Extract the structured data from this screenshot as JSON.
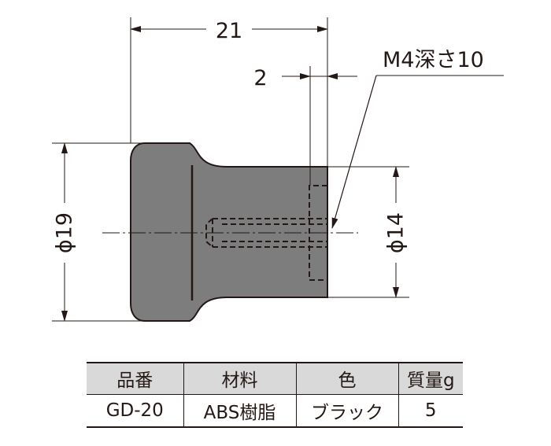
{
  "drawing": {
    "dimensions": {
      "total_length": "21",
      "flange_offset": "2",
      "thread": "M4深さ10",
      "diameter_large": "ϕ19",
      "diameter_small": "ϕ14"
    },
    "colors": {
      "body_fill": "#7d7d7d",
      "line": "#231815"
    }
  },
  "spec_table": {
    "headers": [
      "品番",
      "材料",
      "色",
      "質量g"
    ],
    "rows": [
      [
        "GD-20",
        "ABS樹脂",
        "ブラック",
        "5"
      ]
    ]
  }
}
